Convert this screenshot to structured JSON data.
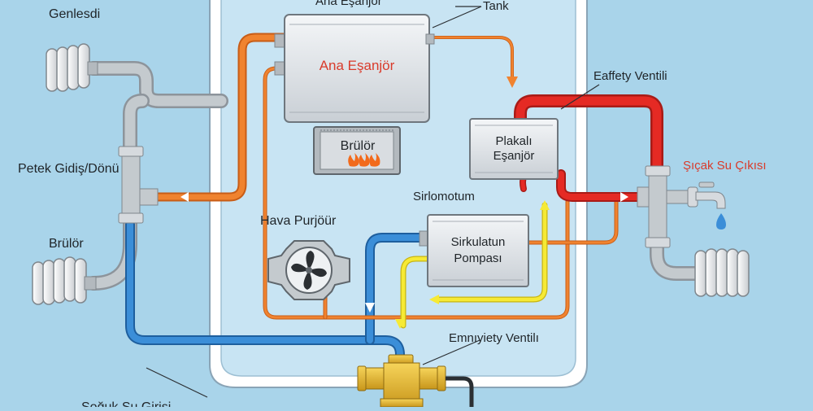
{
  "labels": {
    "genlesdi": "Genlesdi",
    "ana_title": "Ana Eşanjör",
    "tank": "Tank",
    "ana_box": "Ana Eşanjör",
    "safety_valve": "Eaffety Ventili",
    "brulor_box": "Brülör",
    "plakali_1": "Plakalı",
    "plakali_2": "Eşanjör",
    "sicak_su": "Şıçak Su Çıkısı",
    "petek": "Petek Gidiş/Dönü",
    "sirlomotum": "Sirlomotum",
    "hava": "Hava Purjöür",
    "brulor_left": "Brülör",
    "pump_1": "Sirkulatun",
    "pump_2": "Pompası",
    "emniyet": "Emnıyiety Ventilı",
    "soguk": "Soğuk Su Girisi"
  },
  "icons": {
    "flame": "flame-icon",
    "fan": "fan-icon",
    "faucet": "faucet-icon",
    "arrow": "arrow-icon"
  },
  "colors": {
    "background": "#a9d4ea",
    "tank": "#c8e4f3",
    "hot_pipe": "#e02a26",
    "warm_pipe": "#f07b2c",
    "cold_pipe": "#2d7dc9",
    "return_pipe": "#f5e632",
    "pipe_grey": "#b8bec4",
    "valve_brass": "#e3b52a",
    "title_red": "#d93b2b"
  }
}
